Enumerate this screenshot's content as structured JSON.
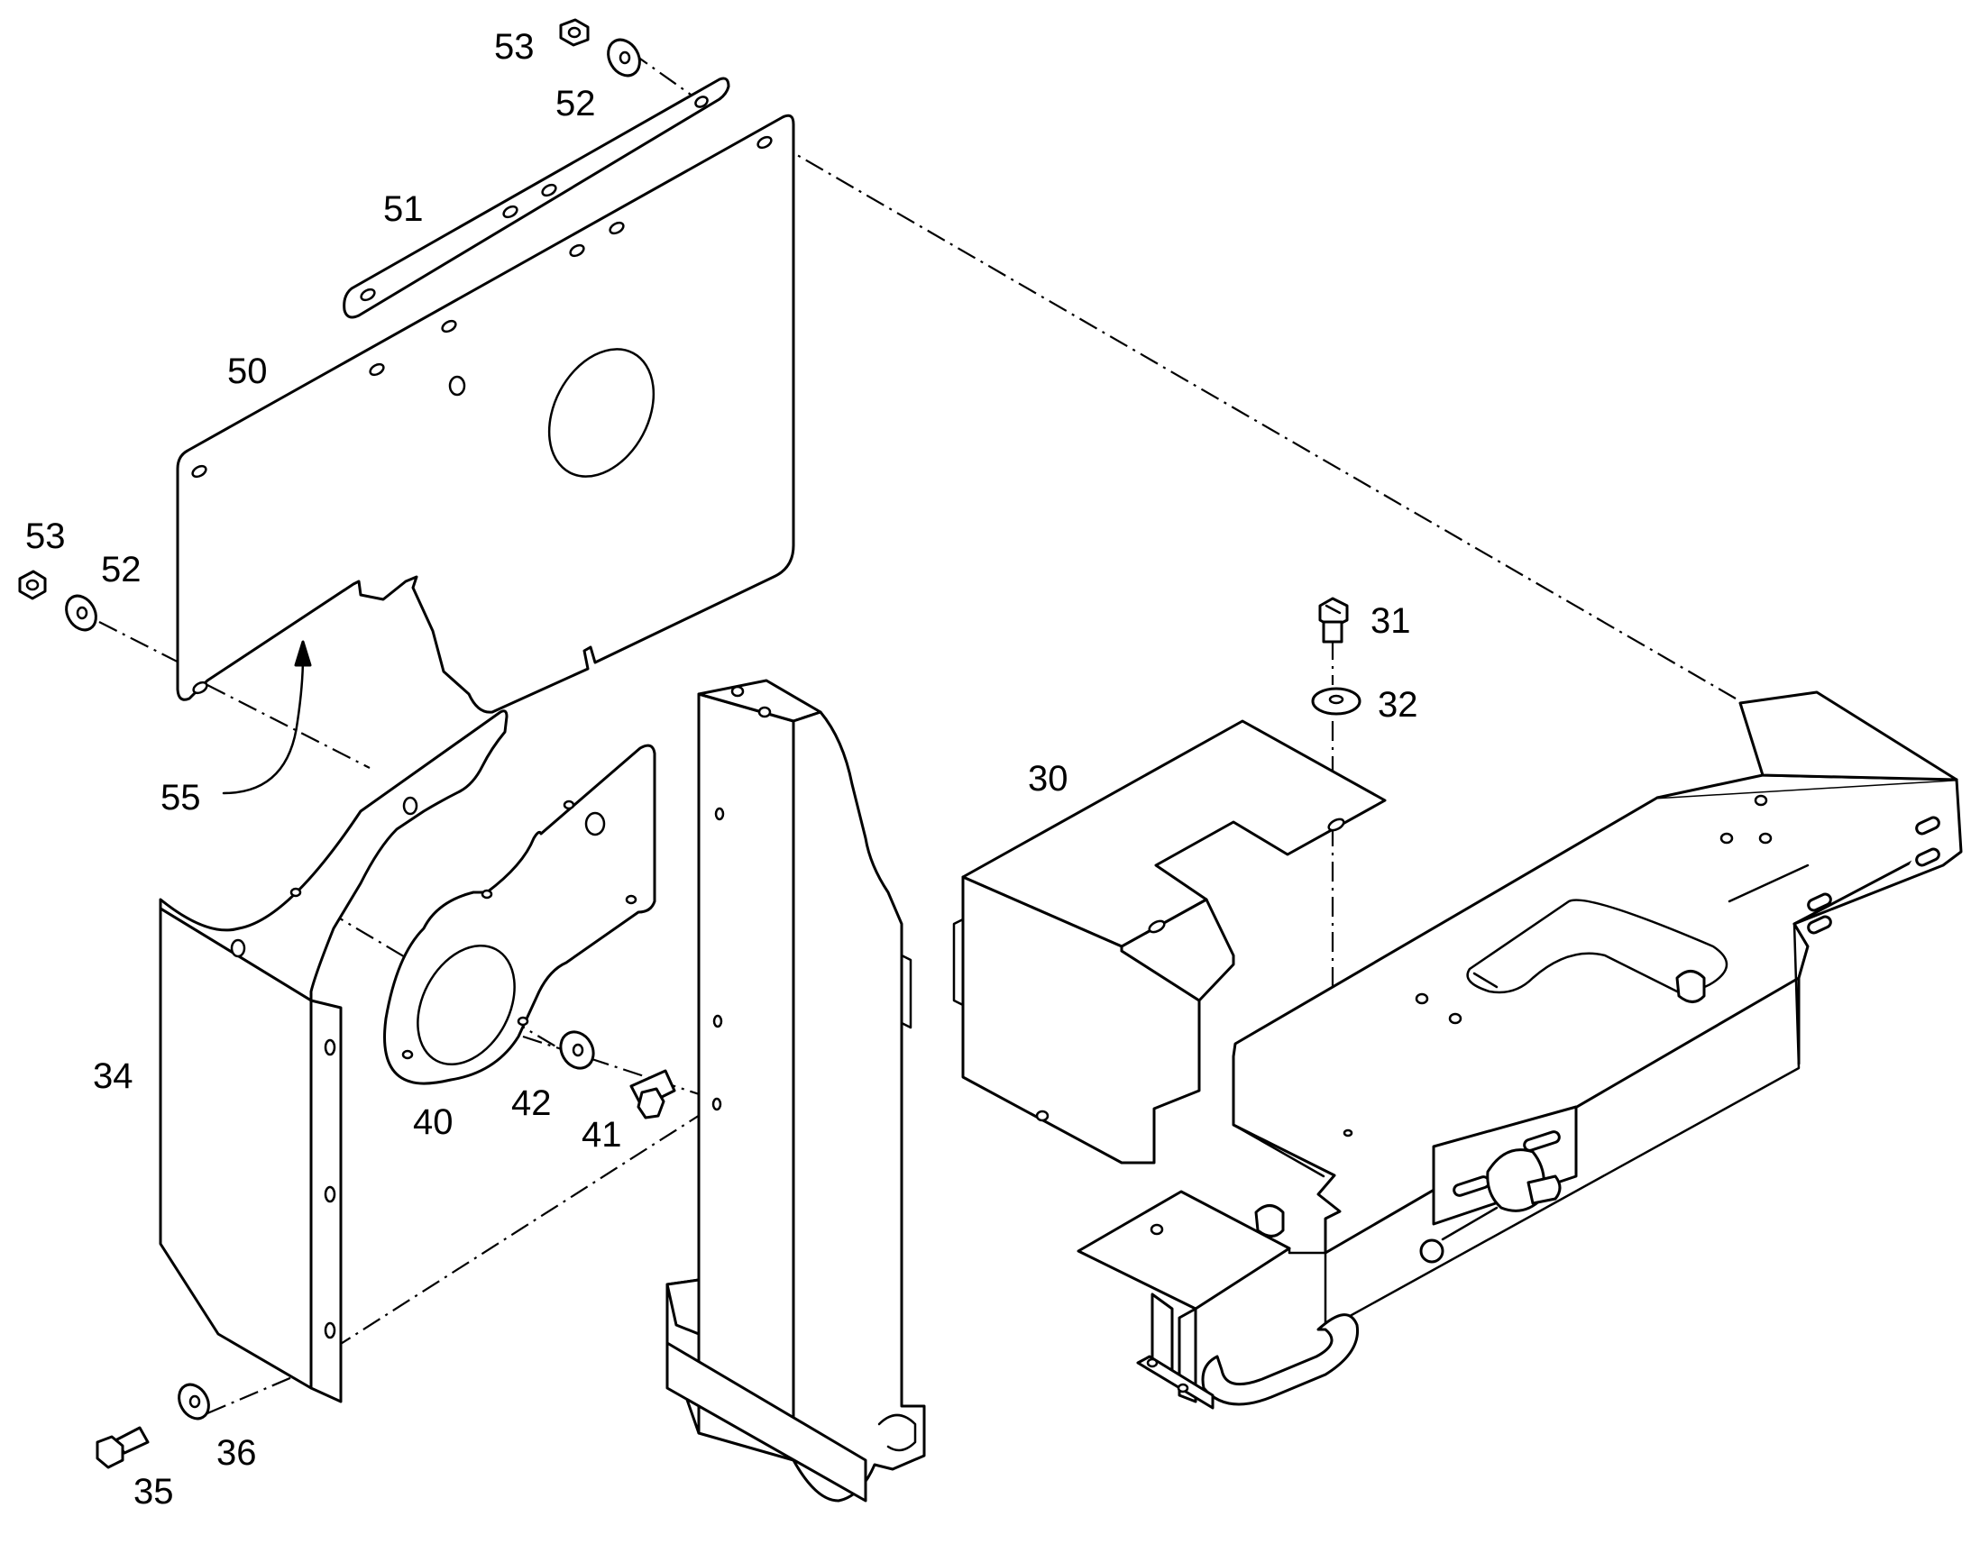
{
  "callouts": {
    "c30": "30",
    "c31": "31",
    "c32": "32",
    "c34": "34",
    "c35": "35",
    "c36": "36",
    "c40": "40",
    "c41": "41",
    "c42": "42",
    "c50": "50",
    "c51": "51",
    "c52a": "52",
    "c52b": "52",
    "c53a": "53",
    "c53b": "53",
    "c55": "55"
  },
  "colors": {
    "line": "#000000",
    "background": "#ffffff"
  }
}
